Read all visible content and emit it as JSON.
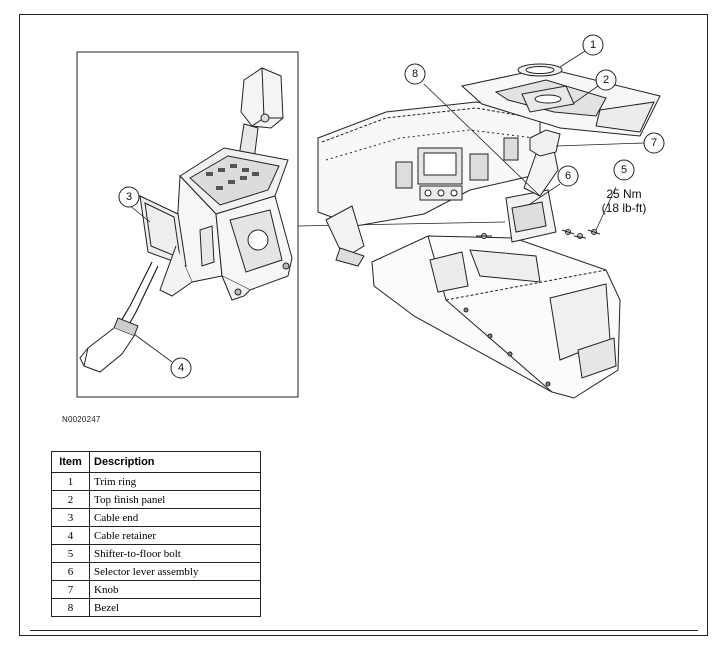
{
  "figure": {
    "id": "N0020247",
    "torque_value": "25 Nm",
    "torque_imperial": "(18 lb-ft)"
  },
  "callouts": [
    {
      "num": "1"
    },
    {
      "num": "2"
    },
    {
      "num": "3"
    },
    {
      "num": "4"
    },
    {
      "num": "5"
    },
    {
      "num": "6"
    },
    {
      "num": "7"
    },
    {
      "num": "8"
    }
  ],
  "legend": {
    "headers": [
      "Item",
      "Description"
    ],
    "rows": [
      {
        "item": "1",
        "description": "Trim ring"
      },
      {
        "item": "2",
        "description": "Top finish panel"
      },
      {
        "item": "3",
        "description": "Cable end"
      },
      {
        "item": "4",
        "description": "Cable retainer"
      },
      {
        "item": "5",
        "description": "Shifter-to-floor bolt"
      },
      {
        "item": "6",
        "description": "Selector lever assembly"
      },
      {
        "item": "7",
        "description": "Knob"
      },
      {
        "item": "8",
        "description": "Bezel"
      }
    ]
  }
}
